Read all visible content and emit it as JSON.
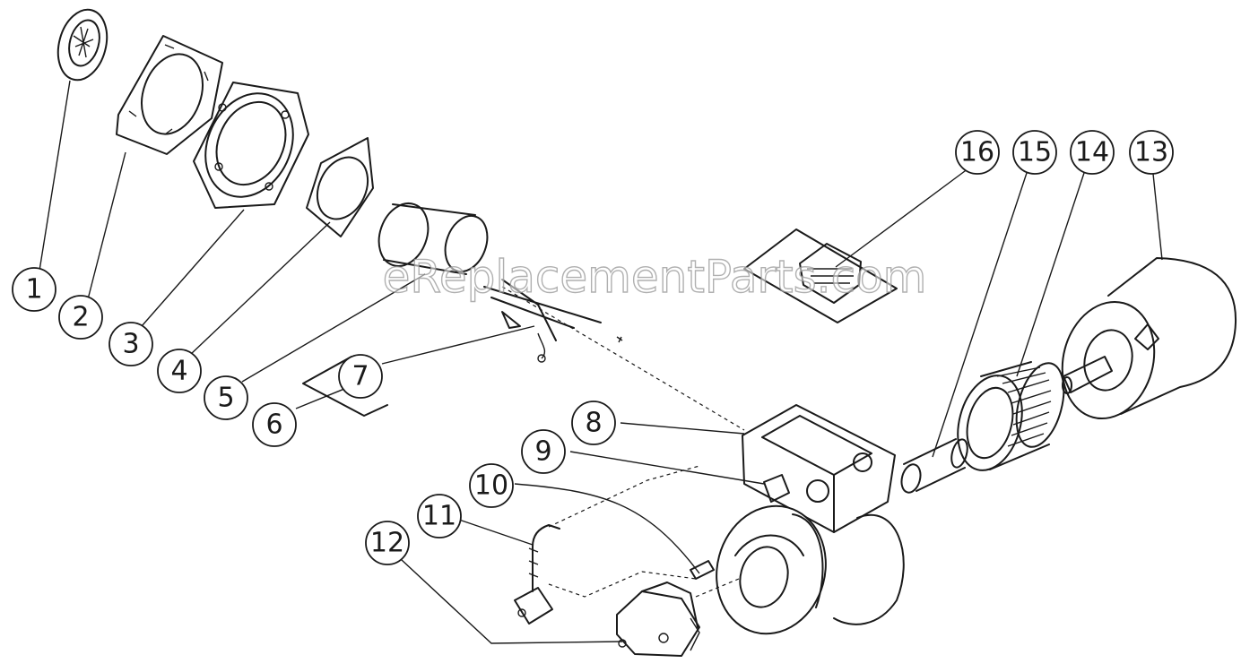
{
  "watermark": "eReplacementParts.com",
  "callouts": [
    "1",
    "2",
    "3",
    "4",
    "5",
    "6",
    "7",
    "8",
    "9",
    "10",
    "11",
    "12",
    "13",
    "14",
    "15",
    "16"
  ]
}
